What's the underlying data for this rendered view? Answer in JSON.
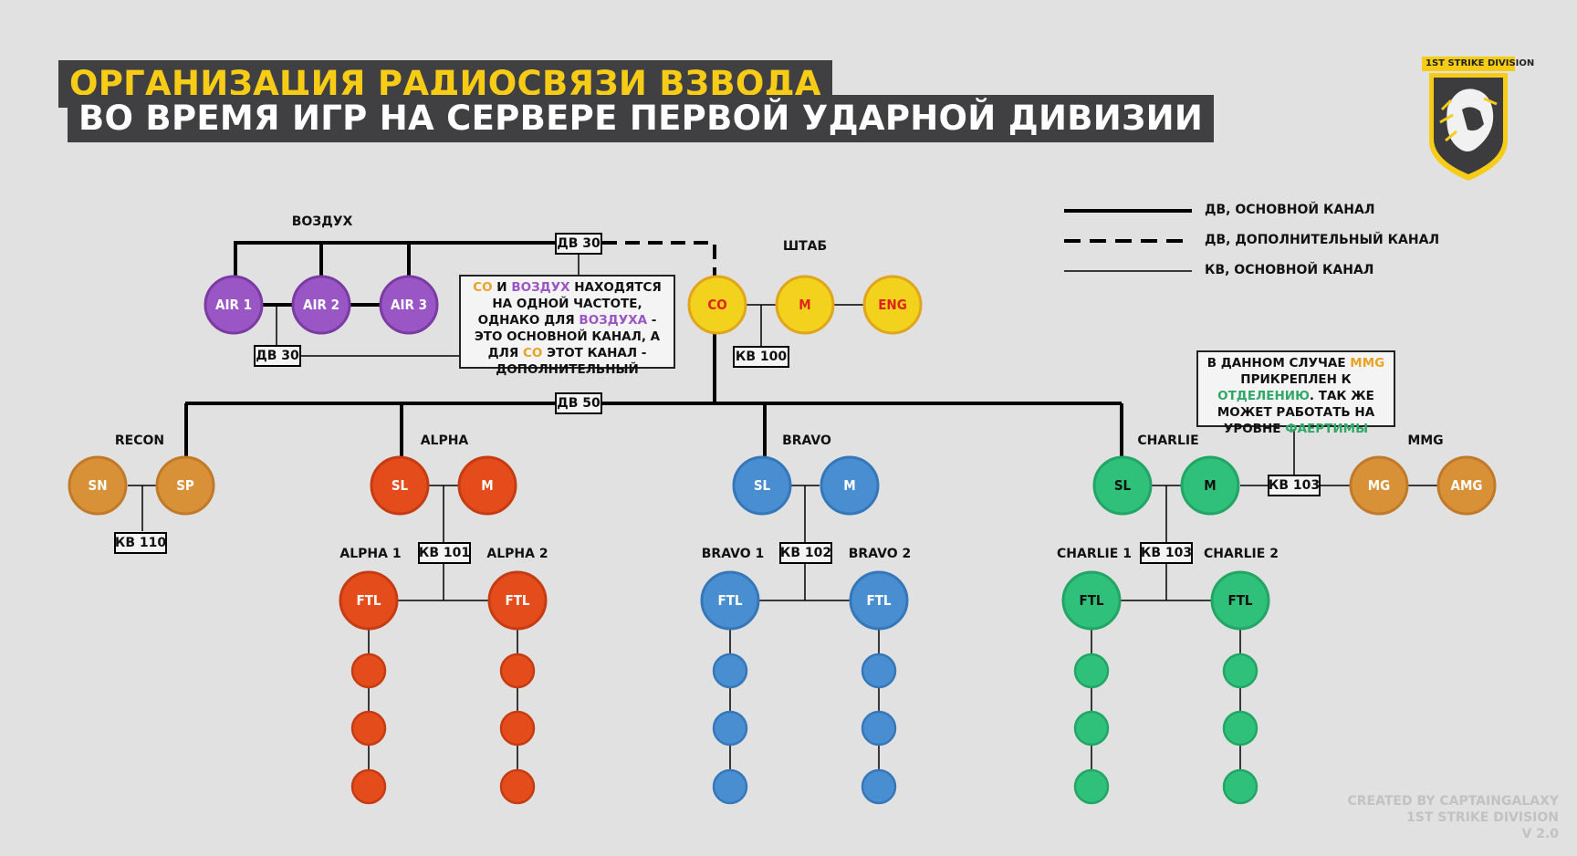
{
  "title": {
    "line1": "ОРГАНИЗАЦИЯ РАДИОСВЯЗИ ВЗВОДА",
    "line2": "ВО ВРЕМЯ ИГР НА СЕРВЕРЕ ПЕРВОЙ УДАРНОЙ ДИВИЗИИ"
  },
  "logo": {
    "text": "1ST STRIKE DIVISION",
    "icon": "lion-shield-icon"
  },
  "colors": {
    "air": "#9a56c4",
    "hq": "#f3d21e",
    "recon": "#d99138",
    "alpha": "#e54c1c",
    "bravo": "#4a8ed2",
    "charlie": "#2fc17a",
    "mmg": "#d99138",
    "line": "#000000"
  },
  "legend": [
    {
      "style": "solid-thick",
      "label": "ДВ, ОСНОВНОЙ КАНАЛ"
    },
    {
      "style": "dashed-thick",
      "label": "ДВ, ДОПОЛНИТЕЛЬНЫЙ КАНАЛ"
    },
    {
      "style": "solid-thin",
      "label": "КВ, ОСНОВНОЙ КАНАЛ"
    }
  ],
  "groups": {
    "air": {
      "label": "ВОЗДУХ",
      "nodes": [
        "AIR 1",
        "AIR 2",
        "AIR 3"
      ]
    },
    "hq": {
      "label": "ШТАБ",
      "nodes": [
        "CO",
        "M",
        "ENG"
      ]
    },
    "recon": {
      "label": "RECON",
      "nodes": [
        "SN",
        "SP"
      ]
    },
    "alpha": {
      "label": "ALPHA",
      "nodes": [
        "SL",
        "M"
      ],
      "teams": [
        "ALPHA 1",
        "ALPHA 2"
      ],
      "ftl": "FTL"
    },
    "bravo": {
      "label": "BRAVO",
      "nodes": [
        "SL",
        "M"
      ],
      "teams": [
        "BRAVO 1",
        "BRAVO 2"
      ],
      "ftl": "FTL"
    },
    "charlie": {
      "label": "CHARLIE",
      "nodes": [
        "SL",
        "M"
      ],
      "teams": [
        "CHARLIE 1",
        "CHARLIE 2"
      ],
      "ftl": "FTL"
    },
    "mmg": {
      "label": "MMG",
      "nodes": [
        "MG",
        "AMG"
      ]
    }
  },
  "channels": {
    "air_lr": "ДВ 30",
    "air_hf": "ДВ 30",
    "hq_hf": "КВ 100",
    "platoon_lr": "ДВ 50",
    "recon_hf": "КВ 110",
    "alpha_hf": "КВ 101",
    "bravo_hf": "КВ 102",
    "charlie_hf": "КВ 103",
    "mmg_hf": "КВ 103"
  },
  "notes": {
    "air": {
      "p1": "CO",
      "p2": " И ",
      "p3": "ВОЗДУХ",
      "p4": " НАХОДЯТСЯ НА ОДНОЙ ЧАСТОТЕ, ОДНАКО ДЛЯ ",
      "p5": "ВОЗДУХА",
      "p6": " - ЭТО ОСНОВНОЙ КАНАЛ, А ДЛЯ ",
      "p7": "CO",
      "p8": " ЭТОТ КАНАЛ - ДОПОЛНИТЕЛЬНЫЙ"
    },
    "mmg": {
      "p1": "В ДАННОМ СЛУЧАЕ ",
      "p2": "MMG",
      "p3": " ПРИКРЕПЛЕН К ",
      "p4": "ОТДЕЛЕНИЮ",
      "p5": ". ТАК ЖЕ МОЖЕТ РАБОТАТЬ НА УРОВНЕ ",
      "p6": "ФАЕРТИМЫ"
    }
  },
  "credits": {
    "line1": "CREATED BY CAPTAINGALAXY",
    "line2": "1ST STRIKE DIVISION",
    "line3": "V 2.0"
  }
}
